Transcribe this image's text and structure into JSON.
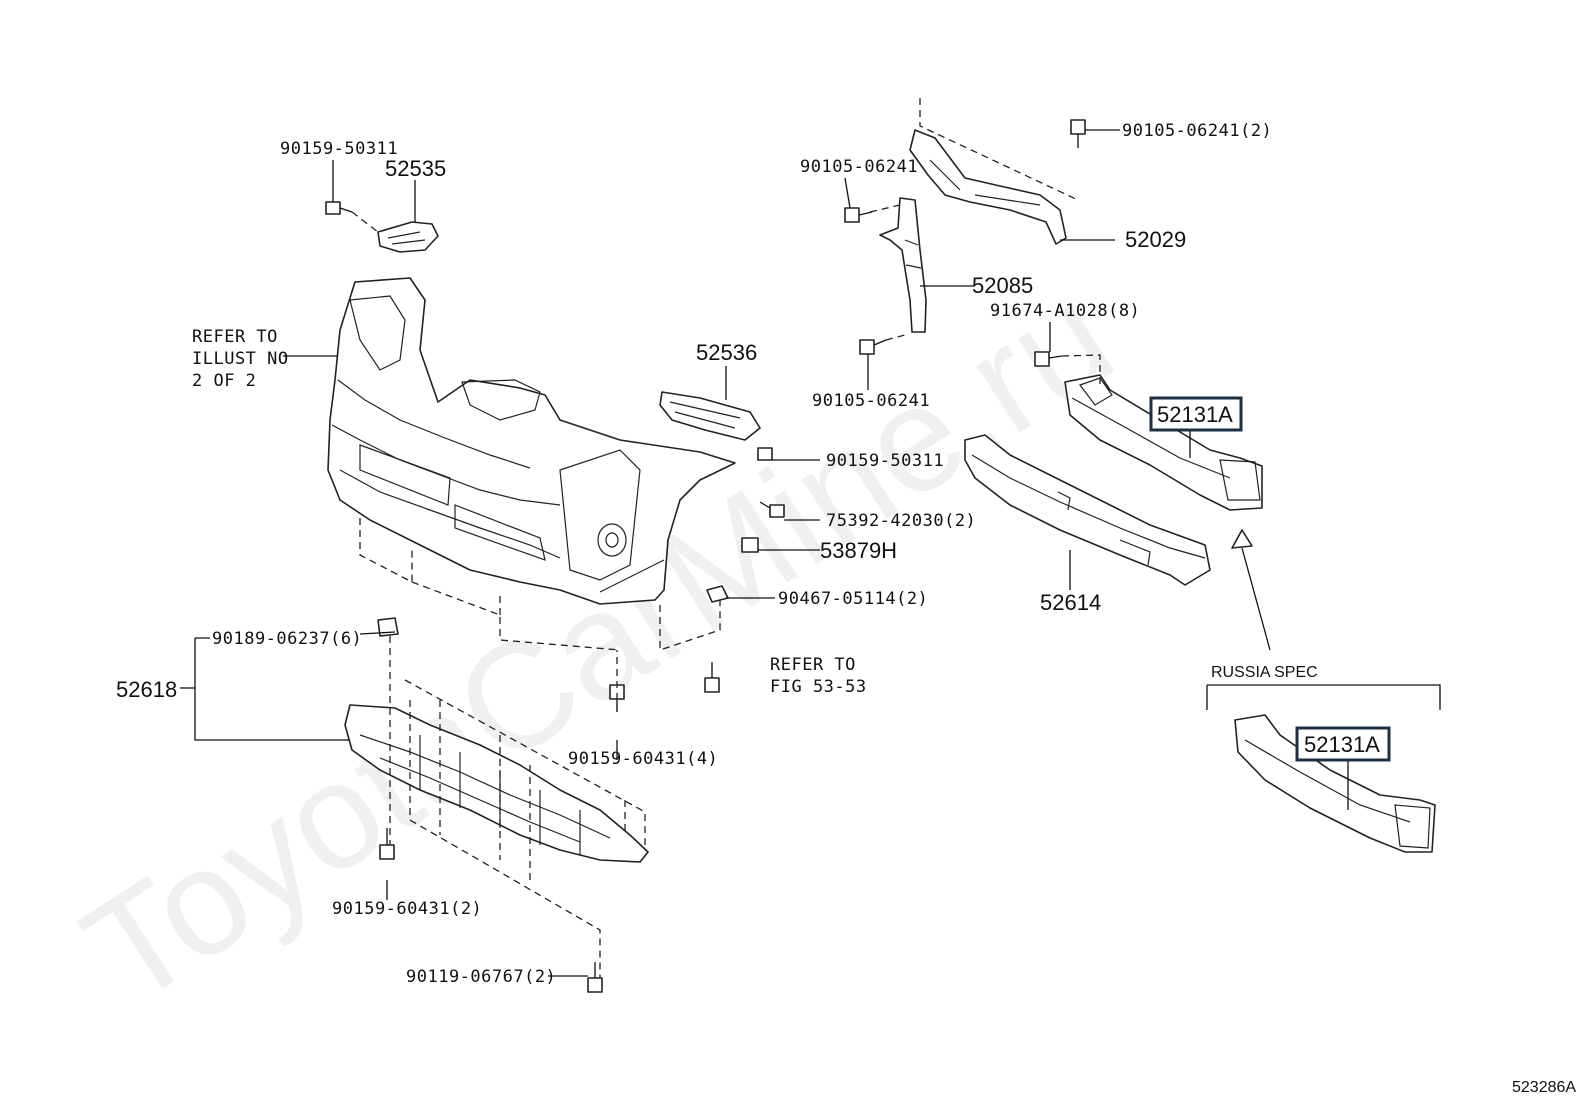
{
  "watermark": "ToyotaCarMine.ru",
  "figure_code": "523286A",
  "notes": {
    "refer_illust": [
      "REFER TO",
      "ILLUST NO",
      "2 OF 2"
    ],
    "refer_fig": [
      "REFER TO",
      "FIG 53-53"
    ],
    "russia_spec": "RUSSIA SPEC"
  },
  "parts": {
    "p90159_50311_top": "90159-50311",
    "p52535": "52535",
    "p52536": "52536",
    "p90159_50311_mid": "90159-50311",
    "p75392": "75392-42030(2)",
    "p53879h": "53879H",
    "p90467": "90467-05114(2)",
    "p90189": "90189-06237(6)",
    "p52618": "52618",
    "p90159_60431_4": "90159-60431(4)",
    "p90159_60431_2": "90159-60431(2)",
    "p90119": "90119-06767(2)",
    "p90105_top": "90105-06241(2)",
    "p90105_left": "90105-06241",
    "p52029": "52029",
    "p52085": "52085",
    "p91674": "91674-A1028(8)",
    "p90105_bottom": "90105-06241",
    "p52131a": "52131A",
    "p52614": "52614",
    "p52131a_russia": "52131A"
  }
}
